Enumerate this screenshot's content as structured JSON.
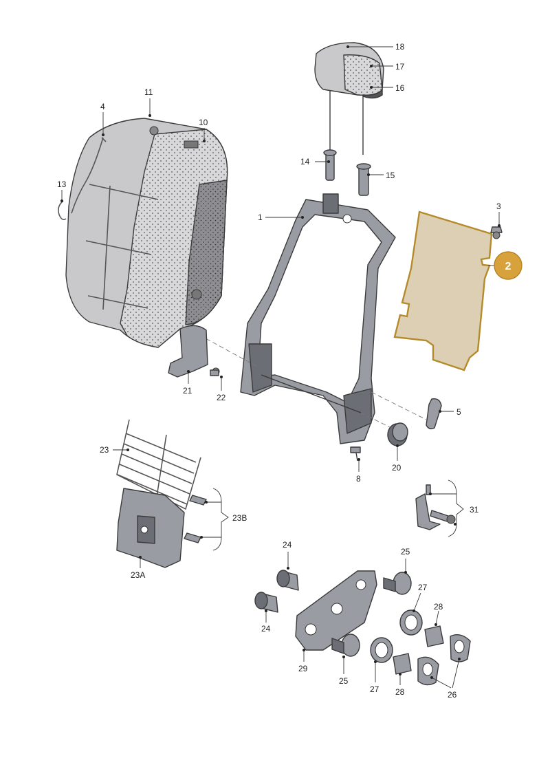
{
  "diagram": {
    "callouts": [
      "1",
      "3",
      "4",
      "5",
      "8",
      "10",
      "11",
      "13",
      "14",
      "15",
      "16",
      "17",
      "18",
      "20",
      "21",
      "22",
      "23",
      "23A",
      "23B",
      "24",
      "25",
      "26",
      "27",
      "28",
      "29",
      "31"
    ],
    "highlight_label": "2",
    "colors": {
      "highlight": "#d7a23c",
      "pad_fill": "#dccfb3",
      "pad_outline": "#b58a2a"
    }
  }
}
